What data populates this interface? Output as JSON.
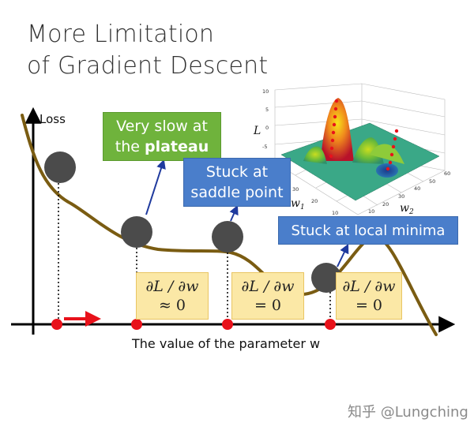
{
  "title": {
    "line1": "More Limitation",
    "line2": "of Gradient Descent"
  },
  "axes": {
    "y_label": "Loss",
    "x_label": "The value of the parameter w"
  },
  "callouts": {
    "plateau": {
      "prefix": "Very slow at",
      "the": "the ",
      "bold": "plateau"
    },
    "saddle": {
      "line1": "Stuck at",
      "line2": "saddle point"
    },
    "minima": {
      "text": "Stuck at local minima"
    }
  },
  "gradient_boxes": [
    {
      "numerator": "∂L / ∂w",
      "relation": "≈ 0"
    },
    {
      "numerator": "∂L / ∂w",
      "relation": "= 0"
    },
    {
      "numerator": "∂L / ∂w",
      "relation": "= 0"
    }
  ],
  "surface_plot": {
    "z_label": "L",
    "x_label": "w1",
    "y_label": "w2",
    "z_ticks": [
      "10",
      "5",
      "0",
      "-5"
    ],
    "w1_ticks": [
      "30",
      "20",
      "10"
    ],
    "w2_ticks": [
      "10",
      "20",
      "30",
      "40",
      "50",
      "60"
    ]
  },
  "watermark": "知乎 @Lungching",
  "colors": {
    "curve": "#7a5c12",
    "ball": "#4b4b4b",
    "red_point": "#e8121b",
    "arrow_blue": "#1f3a9e",
    "plateau_box": "#6fb33c",
    "blue_box": "#4a7ecb",
    "gradient_box": "#fbe8a6"
  }
}
